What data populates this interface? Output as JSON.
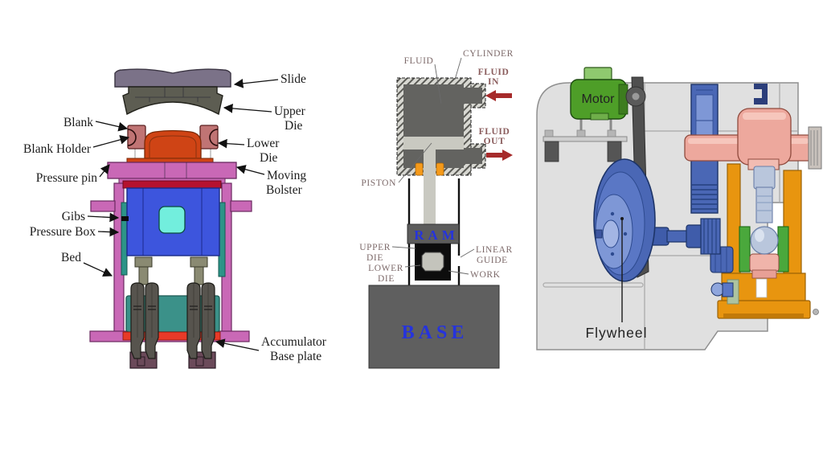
{
  "colors": {
    "slide_gray": "#7b7288",
    "upper_die_gray": "#5d5d52",
    "blank_holder_rose": "#c07474",
    "lower_die_orange": "#cf4415",
    "frame_pink": "#c968b6",
    "crimson": "#b5122f",
    "pressure_box_blue": "#3d55dd",
    "window_cyan": "#72eedd",
    "teal": "#2d9488",
    "accumulator_teal": "#3b9189",
    "cylinder_gray": "#57544e",
    "red": "#e83a28",
    "feet_purple": "#6b4a5a",
    "pin_olive": "#8a8a72",
    "dark_gray": "#636360",
    "steel_light": "#c9c9c1",
    "seal_orange": "#f59a1a",
    "label_blue": "#2533dd",
    "arrow_red": "#a62b2b",
    "machine_frame_gray": "#e0e0e0",
    "motor_green": "#4e9e28",
    "motor_cap_green": "#8fc96f",
    "flywheel_blue": "#4a67b5",
    "flywheel_light": "#7e97d6",
    "crank_pink": "#eda89d",
    "housing_orange": "#e8950f",
    "bearing_green": "#4aa83c",
    "rod_steel": "#b9c6dc"
  },
  "press_diagram": {
    "labels": {
      "slide": "Slide",
      "upper_die_line1": "Upper",
      "upper_die_line2": "Die",
      "blank": "Blank",
      "blank_holder": "Blank Holder",
      "lower_die_line1": "Lower",
      "lower_die_line2": "Die",
      "pressure_pin": "Pressure pin",
      "moving_bolster_line1": "Moving",
      "moving_bolster_line2": "Bolster",
      "gibs": "Gibs",
      "pressure_box": "Pressure Box",
      "bed": "Bed",
      "accumulator_line1": "Accumulator",
      "accumulator_line2": "Base plate"
    }
  },
  "hydraulic_diagram": {
    "labels": {
      "fluid": "FLUID",
      "cylinder": "CYLINDER",
      "fluid_in_line1": "FLUID",
      "fluid_in_line2": "IN",
      "fluid_out_line1": "FLUID",
      "fluid_out_line2": "OUT",
      "piston": "PISTON",
      "ram": "RAM",
      "upper_die_line1": "UPPER",
      "upper_die_line2": "DIE",
      "lower_die_line1": "LOWER",
      "lower_die_line2": "DIE",
      "linear_guide_line1": "LINEAR",
      "linear_guide_line2": "GUIDE",
      "work": "WORK",
      "base": "BASE"
    }
  },
  "mechanical_diagram": {
    "labels": {
      "motor": "Motor",
      "flywheel": "Flywheel"
    }
  }
}
